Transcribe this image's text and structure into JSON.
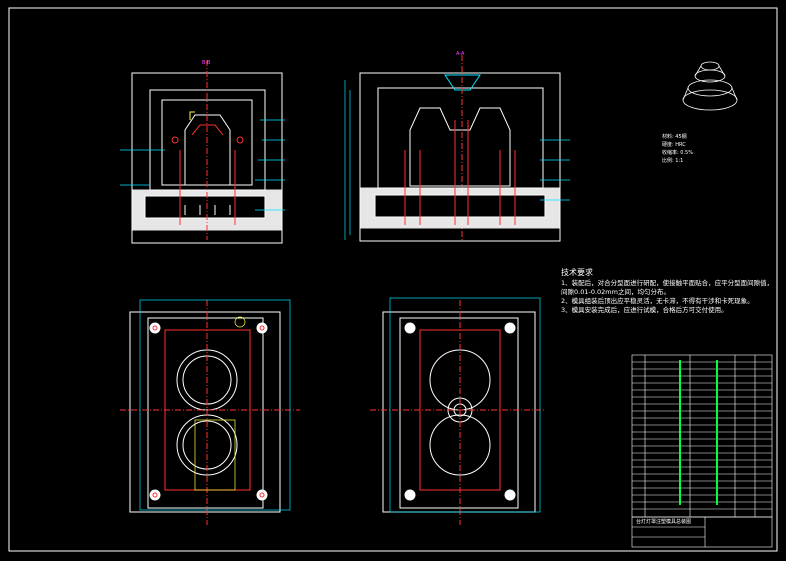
{
  "section_labels": {
    "left": "B-B",
    "right": "A-A"
  },
  "tech_requirements": {
    "heading": "技术要求",
    "items": [
      "1、装配后，对合分型面进行研配，使接触平面贴合，应平分型面间隙值，间隙0.01-0.02mm之间，均匀分布。",
      "2、模具组装后顶出应平稳灵活，无卡滞，不得有干涉和卡死现象。",
      "3、模具安装完成后，应进行试模，合格后方可交付使用。"
    ]
  },
  "material_note": [
    "材料: 45钢",
    "硬度: HRC",
    "收缩率: 0.5%",
    "比例: 1:1"
  ],
  "title_block": {
    "title": "台灯灯罩注塑模具总装图"
  },
  "colors": {
    "line": "#ffffff",
    "cyan": "#00e5ff",
    "red": "#ff3030",
    "green": "#00ff40",
    "yellow": "#ffff40",
    "magenta": "#ff40ff"
  }
}
